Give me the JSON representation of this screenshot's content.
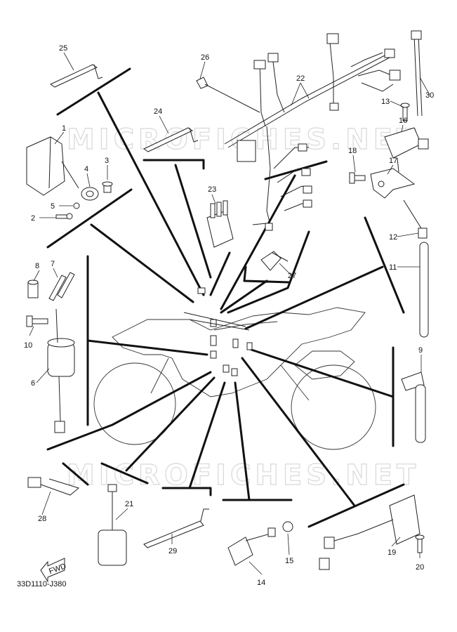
{
  "diagram": {
    "code": "33D1110-J380",
    "fwd_label": "FWD",
    "watermark": "MICROFICHES.NET",
    "callouts": [
      "1",
      "2",
      "3",
      "4",
      "5",
      "6",
      "7",
      "8",
      "9",
      "10",
      "11",
      "12",
      "13",
      "14",
      "15",
      "16",
      "17",
      "18",
      "19",
      "20",
      "21",
      "22",
      "23",
      "24",
      "25",
      "26",
      "27",
      "28",
      "29",
      "30"
    ]
  }
}
